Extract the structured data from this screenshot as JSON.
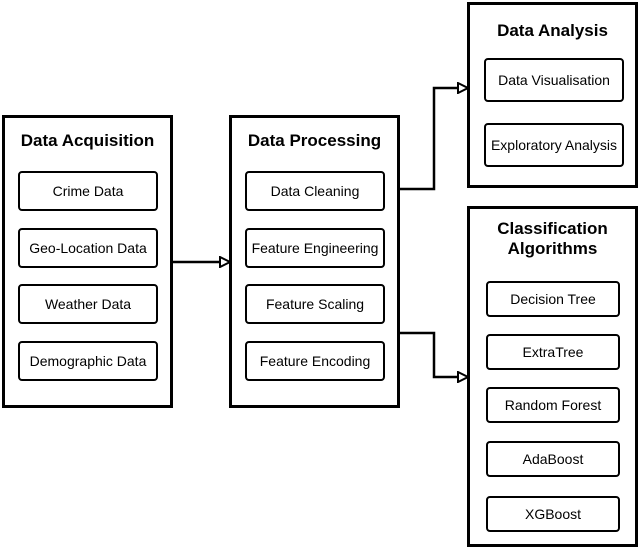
{
  "acquisition": {
    "title": "Data Acquisition",
    "items": [
      "Crime Data",
      "Geo-Location Data",
      "Weather Data",
      "Demographic Data"
    ]
  },
  "processing": {
    "title": "Data Processing",
    "items": [
      "Data Cleaning",
      "Feature Engineering",
      "Feature Scaling",
      "Feature Encoding"
    ]
  },
  "analysis": {
    "title": "Data Analysis",
    "items": [
      "Data Visualisation",
      "Exploratory Analysis"
    ]
  },
  "classification": {
    "title": "Classification\nAlgorithms",
    "items": [
      "Decision Tree",
      "ExtraTree",
      "Random Forest",
      "AdaBoost",
      "XGBoost"
    ]
  }
}
